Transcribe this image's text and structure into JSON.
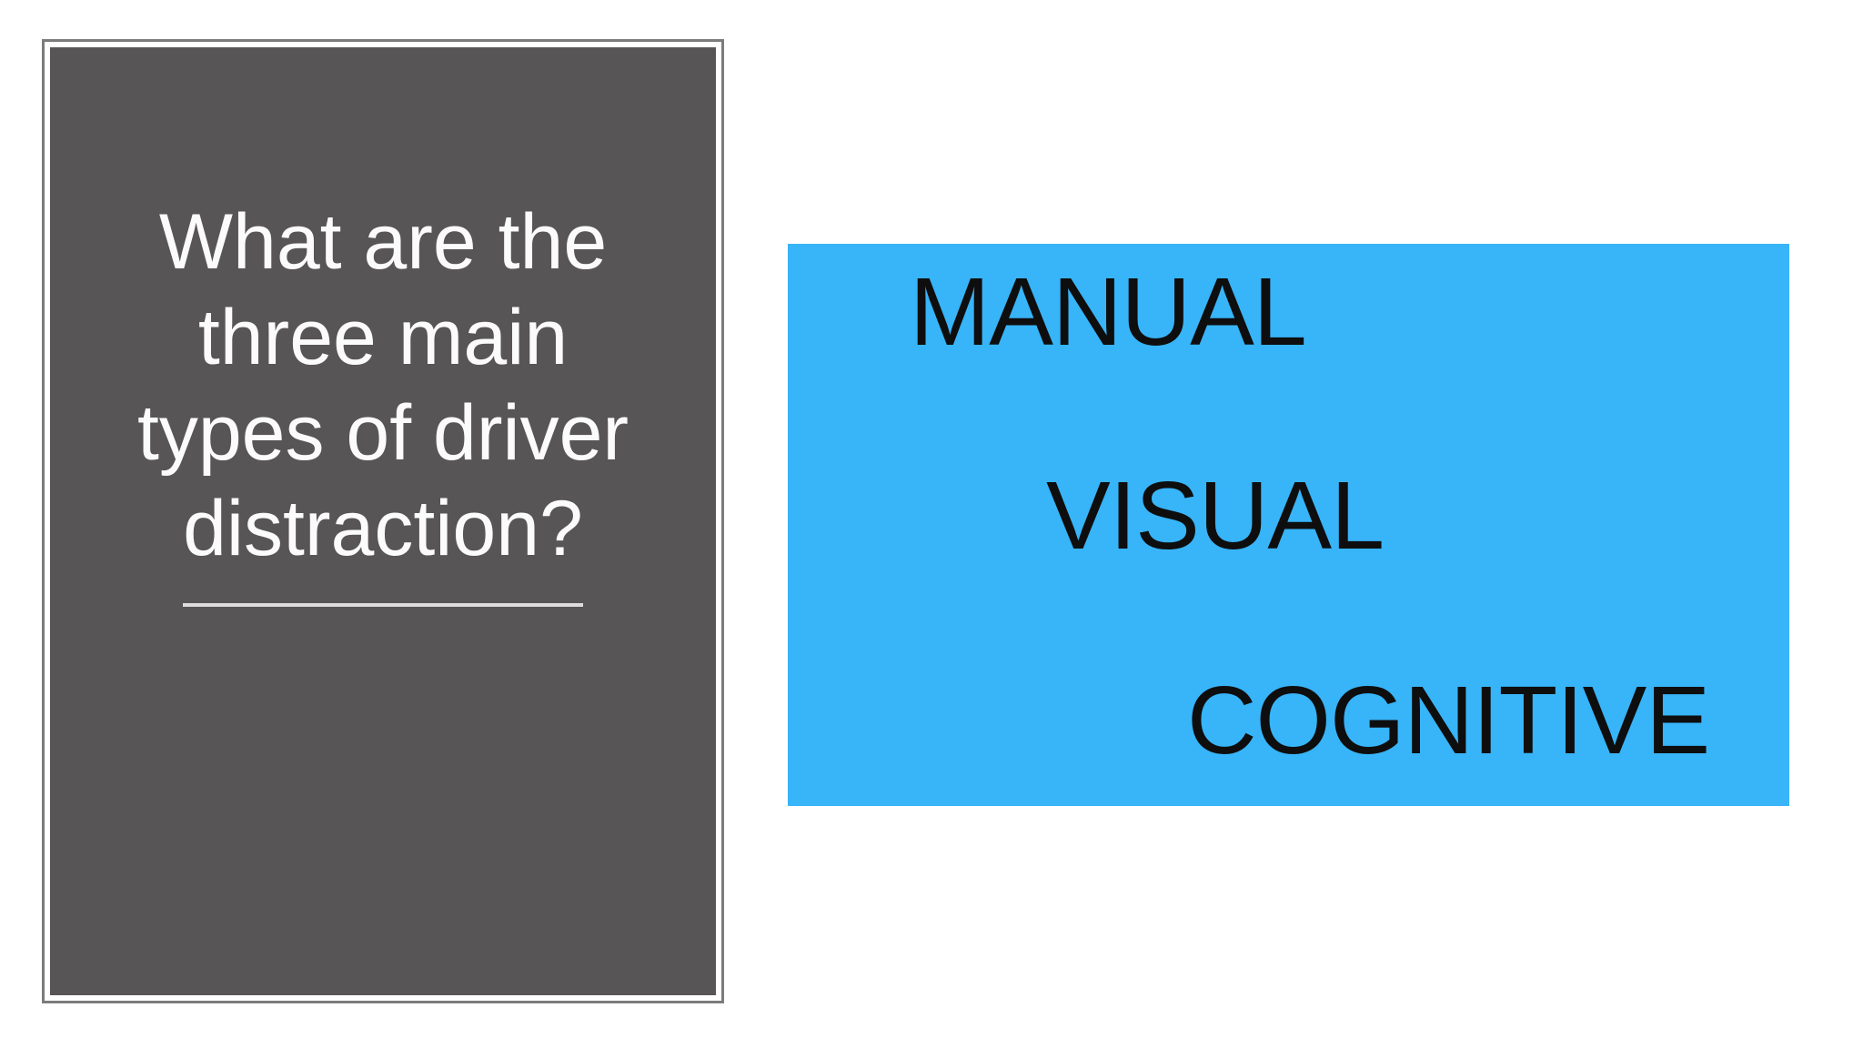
{
  "slide": {
    "question": {
      "text": "What are the\nthree main\ntypes of driver\ndistraction?"
    },
    "answers": {
      "items": [
        {
          "label": "MANUAL"
        },
        {
          "label": "VISUAL"
        },
        {
          "label": "COGNITIVE"
        }
      ]
    },
    "colors": {
      "page_bg": "#ffffff",
      "panel_gray": "#585556",
      "frame_line": "#7c7c7c",
      "question_text": "#fbfbfb",
      "underline": "#dedede",
      "answer_blue": "#38b4f8",
      "answer_text": "#0e0e0e"
    }
  }
}
